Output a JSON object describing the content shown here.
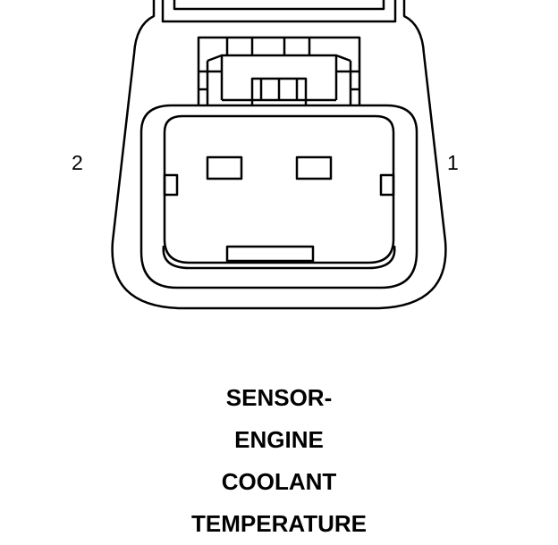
{
  "pins": {
    "left": "2",
    "right": "1"
  },
  "caption": {
    "lines": [
      "SENSOR-",
      "ENGINE",
      "COOLANT",
      "TEMPERATURE"
    ]
  },
  "colors": {
    "line": "#000000",
    "background": "#ffffff"
  }
}
